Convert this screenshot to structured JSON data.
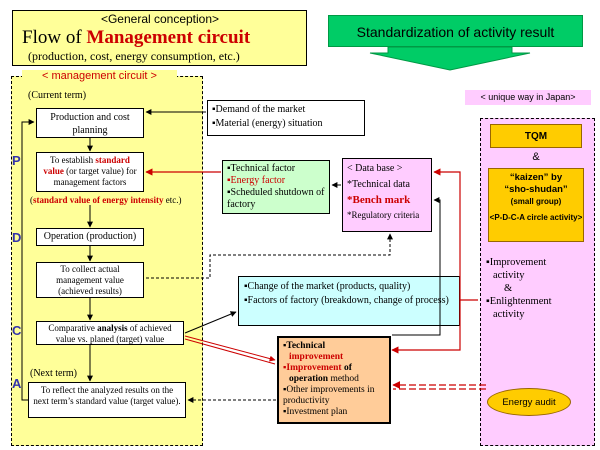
{
  "title": {
    "line1": "<General conception>",
    "line2_pre": "Flow of ",
    "line2_em": "Management circuit",
    "line3": "(production, cost, energy consumption,  etc.)"
  },
  "banner": "Standardization of activity result",
  "circuit_label": "< management circuit >",
  "current_term": "(Current term)",
  "next_term": "(Next term)",
  "pdca": [
    "P",
    "D",
    "C",
    "A"
  ],
  "steps": {
    "planning": [
      "Production and cost",
      "planning"
    ],
    "standard_pre": "To establish ",
    "standard_red": "standard value",
    "standard_rest": " (or target value) for management factors",
    "energy_intensity_red": "standard value of energy intensity",
    "energy_intensity_post": " etc.)",
    "energy_intensity_pre": "(",
    "operation": "Operation (production)",
    "collect": [
      "To collect actual",
      "management value",
      "(achieved results)"
    ],
    "compare_pre": "Comparative ",
    "compare_bold": "analysis",
    "compare_rest": " of achieved value vs. planed (target) value",
    "reflect": "To reflect the analyzed results on the next term’s standard value (target value)."
  },
  "market": [
    "▪Demand of the market",
    "▪Material (energy) situation"
  ],
  "technical": {
    "l1": "▪Technical factor",
    "l2": "▪Energy factor",
    "l3": "▪Scheduled shutdown of factory"
  },
  "database": {
    "title": "< Data base >",
    "l1": "*Technical data",
    "l2": "*Bench mark",
    "l3": "*Regulatory criteria"
  },
  "change": [
    "▪Change of the market (products, quality)",
    "▪Factors of factory (breakdown, change of process)"
  ],
  "improvement": {
    "l1a": "▪Technical",
    "l1b": "improvement",
    "l2a": "▪Improvement",
    "l2b": " of",
    "l2c": "operation",
    "l2d": " method",
    "l3": "▪Other improvements in productivity",
    "l4": "▪Investment plan"
  },
  "japan": {
    "label": "< unique way in Japan>",
    "tqm": "TQM",
    "amp": "&",
    "kaizen1": "“kaizen” by",
    "kaizen2": "“sho-shudan”",
    "kaizen3": "(small group)",
    "kaizen4": "<P-D-C-A circle activity>",
    "act1a": "▪Improvement",
    "act1b": "activity",
    "act_amp": "&",
    "act2a": "▪Enlightenment",
    "act2b": "activity",
    "audit": "Energy audit"
  },
  "colors": {
    "title_bg": "#ffff99",
    "banner_bg": "#00cc66",
    "circuit_bg": "#ffff99",
    "tech_bg": "#ccffcc",
    "db_bg": "#ffccff",
    "change_bg": "#ccffff",
    "improve_bg": "#ffcc99",
    "japan_bg": "#ffccff",
    "tqm_bg": "#ffcc00",
    "accent_red": "#cc0000"
  }
}
